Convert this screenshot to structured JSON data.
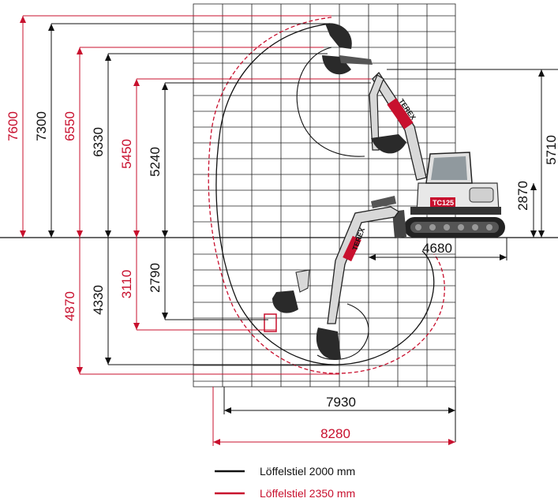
{
  "colors": {
    "standard": "#111111",
    "long": "#c8102e",
    "grid": "#222222"
  },
  "vertical_dims_above_ground": {
    "standard_max_reach_height": "7300",
    "long_max_reach_height": "7600",
    "standard_max_dump_height": "6330",
    "long_max_dump_height": "6550",
    "standard_dump_clearance": "5240",
    "long_dump_clearance": "5450"
  },
  "vertical_dims_below_ground": {
    "standard_max_dig_depth": "4330",
    "long_max_dig_depth": "4870",
    "standard_vertical_wall_depth": "2790",
    "long_vertical_wall_depth": "3110"
  },
  "machine_dims": {
    "cab_height": "2870",
    "total_height": "5710",
    "tail_length": "4680"
  },
  "horizontal_dims": {
    "standard_max_reach": "7930",
    "long_max_reach": "8280"
  },
  "machine": {
    "brand": "TEREX",
    "model": "TC125"
  },
  "legend": [
    {
      "label": "Löffelstiel 2000 mm",
      "color": "#111111"
    },
    {
      "label": "Löffelstiel 2350 mm",
      "color": "#c8102e"
    }
  ]
}
